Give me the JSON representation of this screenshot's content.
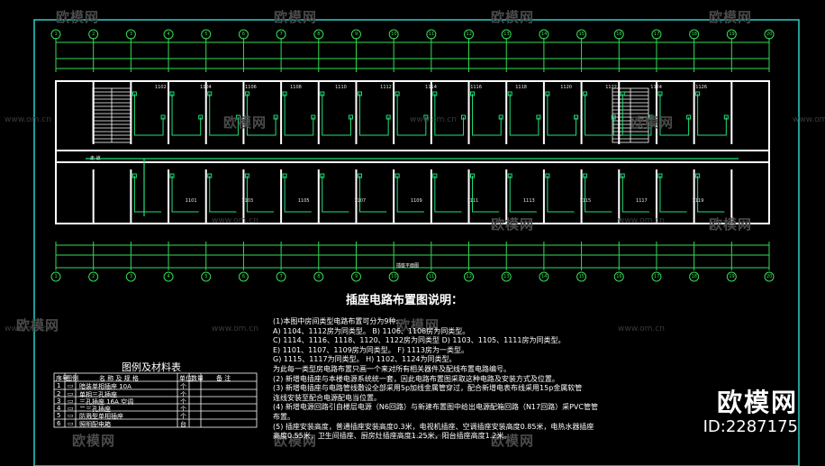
{
  "watermark": {
    "text": "欧模网",
    "url": "www.om.cn"
  },
  "brand": {
    "name": "欧模网",
    "id": "ID:2287175"
  },
  "plan": {
    "grid_axes": [
      "1",
      "2",
      "3",
      "4",
      "5",
      "6",
      "7",
      "8",
      "9",
      "10",
      "11",
      "12",
      "13",
      "14",
      "15",
      "16",
      "17",
      "18",
      "19",
      "20"
    ],
    "upper_rooms": [
      "1102",
      "1104",
      "1106",
      "1108",
      "1110",
      "1112",
      "1114",
      "1116",
      "1118",
      "1120",
      "1122",
      "1124",
      "1126"
    ],
    "lower_rooms": [
      "1101",
      "1103",
      "1105",
      "1107",
      "1109",
      "1111",
      "1113",
      "1115",
      "1117",
      "1119"
    ],
    "corridor_label": "走 道",
    "drawing_name": "插座平面图"
  },
  "notes": {
    "title": "插座电路布置图说明：",
    "lines": [
      "(1)本图中房间类型电路布置可分为9种:",
      "A) 1104、1112房为同类型。          B) 1106、1108房为同类型。",
      "C) 1114、1116、1118、1120、1122房为同类型    D) 1103、1105、1111房为同类型。",
      "E) 1101、1107、1109房为同类型。            F) 1113房为一类型。",
      "G) 1115、1117为同类型。                   H) 1102、1124为同类型。",
      "为此每一类型房电路布置只画一个来对所有相关器件及配线布置电路编号。",
      "(2) 新增电插座与本楼电源系统统一套，因此电路布置图采取这种电路及安装方式及位置。",
      "(3) 新增电插座与电路管线敷设全部采用5p加线金属管穿过，配合新增电表布线采用15p金属软管",
      "连线安装至配合电源配电当位置。",
      "(4) 新增电源回路引自楼层电源（N6回路）与新建布置图中给出电源配箱回路（N17回路）采PVC管管",
      "布置。",
      "(5) 插座安装高度，普通插座安装高度0.3米，电视机插座、空调插座安装高度0.85米，电热水器插座",
      "高度0.55米，卫生间插座、厨房灶插座高度1.25米，阳台插座高度1.2米。"
    ]
  },
  "legend": {
    "title": "图例及材料表",
    "headers": [
      "序号",
      "图例",
      "名 称 及 规 格",
      "单位",
      "数量",
      "备  注"
    ],
    "rows": [
      [
        "1",
        "▭",
        "暗装单相插座 10A",
        "个",
        "",
        ""
      ],
      [
        "2",
        "▭",
        "单相三孔插座",
        "个",
        "",
        ""
      ],
      [
        "3",
        "▭",
        "三孔插座 16A 空调",
        "个",
        "",
        ""
      ],
      [
        "4",
        "▭",
        "二三孔插座",
        "个",
        "",
        ""
      ],
      [
        "5",
        "▭",
        "防溅型单相插座",
        "个",
        "",
        ""
      ],
      [
        "6",
        "▭",
        "照明配电箱",
        "台",
        "",
        ""
      ]
    ]
  }
}
